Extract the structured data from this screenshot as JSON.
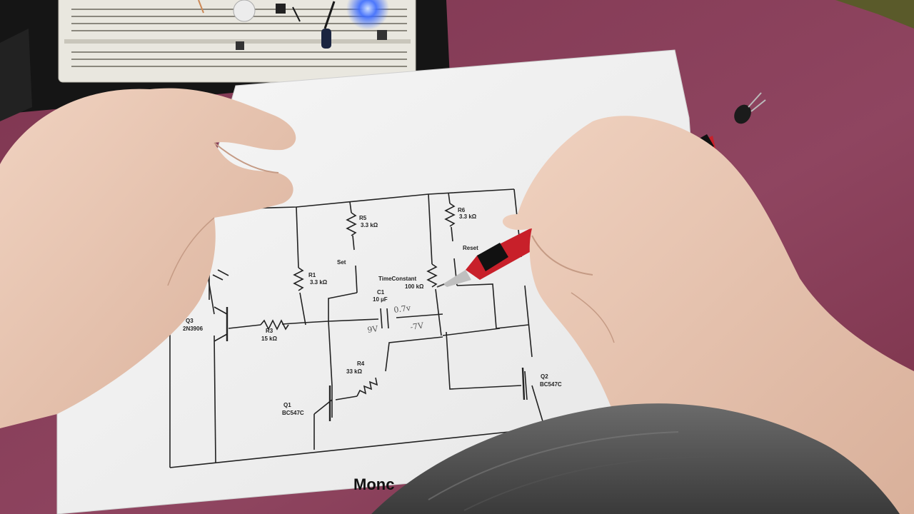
{
  "photo": {
    "subject": "Hands annotating a printed circuit schematic with a pencil; breadboard in background",
    "colors": {
      "carpet": "#8a3d55",
      "paper": "#f2f2f2",
      "ink": "#222222",
      "pencil_body": "#c8202a",
      "skin": "#e8c7b3",
      "breadboard": "#e9e7df",
      "led_blue": "#3b6bff"
    }
  },
  "schematic": {
    "title_visible": "Monc",
    "components": [
      {
        "ref": "R5",
        "value": "3.3 kΩ"
      },
      {
        "ref": "R6",
        "value": "3.3 kΩ"
      },
      {
        "ref": "R1",
        "value": "3.3 kΩ"
      },
      {
        "ref": "R3",
        "value": "15 kΩ"
      },
      {
        "ref": "R4",
        "value": "33 kΩ"
      },
      {
        "ref": "C1",
        "value": "10 µF"
      },
      {
        "ref": "Q1",
        "value": "BC547C"
      },
      {
        "ref": "Q2",
        "value": "BC547C"
      },
      {
        "ref": "Q3",
        "value": "2N3906"
      },
      {
        "ref": "TimeConstant",
        "value": "100 kΩ"
      }
    ],
    "switches": [
      "Set",
      "Reset"
    ],
    "handwritten_notes": [
      "0.7v",
      "-7V",
      "9V"
    ]
  }
}
